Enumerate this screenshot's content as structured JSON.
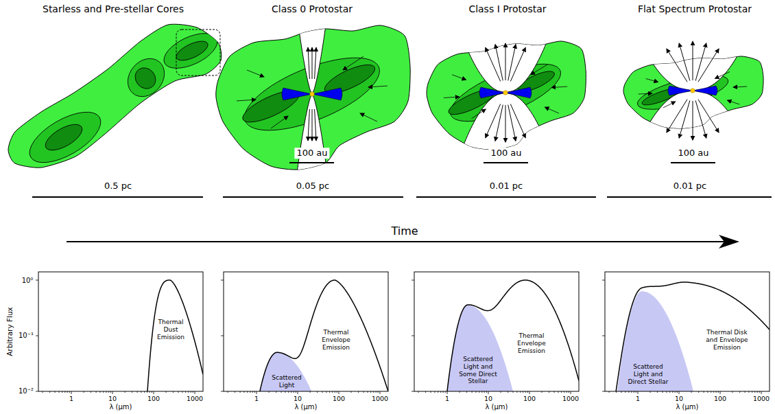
{
  "diagram": {
    "labels": [
      "Starless and Pre-stellar Cores",
      "Class 0 Protostar",
      "Class I Protostar",
      "Flat Spectrum Protostar",
      "100 au",
      "100 au",
      "100 au",
      "0.5 pc",
      "0.05 pc",
      "0.01 pc",
      "0.01 pc",
      "Time",
      "Arbitrary Flux",
      "10⁰",
      "10⁻¹",
      "10⁻²",
      "1",
      "10",
      "100",
      "1000",
      "λ (μm)",
      "1",
      "10",
      "100",
      "1000",
      "λ (μm)",
      "1",
      "10",
      "100",
      "1000",
      "λ (μm)",
      "1",
      "10",
      "100",
      "1000",
      "λ (μm)",
      "Thermal Dust Emission",
      "Scattered Light",
      "Thermal Envelope Emission",
      "Scattered Light and Some Direct Stellar",
      "Thermal Envelope Emission",
      "Scattered Light and Direct Stellar",
      "Thermal Disk and Envelope Emission"
    ]
  }
}
